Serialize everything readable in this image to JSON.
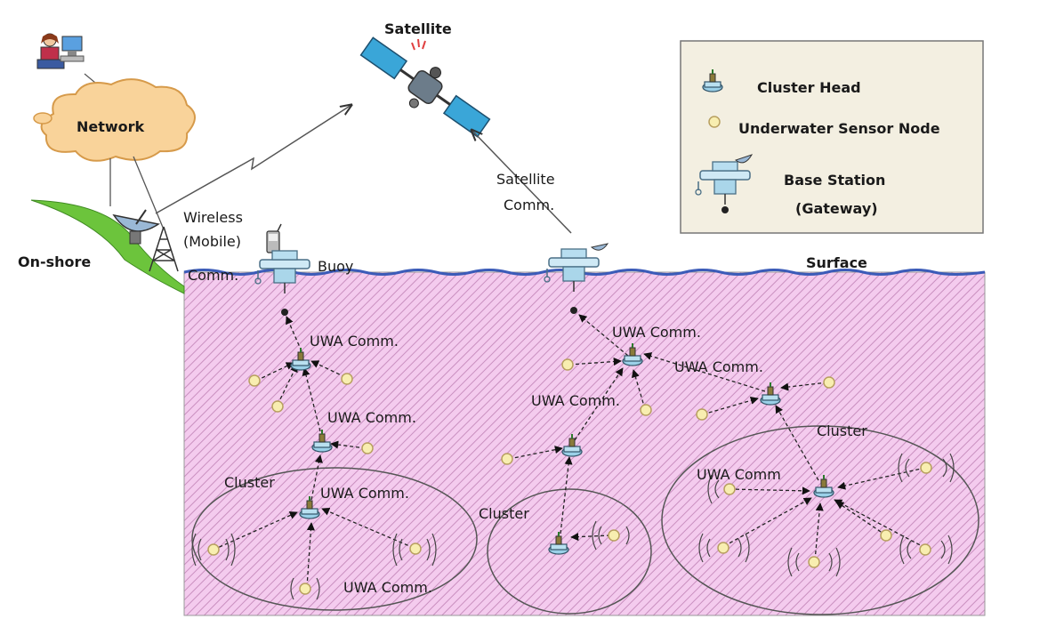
{
  "labels": {
    "satellite": "Satellite",
    "network": "Network",
    "wireless": "Wireless",
    "mobile": "(Mobile)",
    "comm": "Comm.",
    "on_shore": "On-shore",
    "buoy": "Buoy",
    "surface": "Surface",
    "satellite_comm_1": "Satellite",
    "satellite_comm_2": "Comm.",
    "uwa_comm": "UWA Comm.",
    "uwa_comm_short": "UWA Comm",
    "cluster": "Cluster"
  },
  "legend": {
    "cluster_head": "Cluster Head",
    "sensor_node": "Underwater Sensor Node",
    "base_station": "Base Station",
    "gateway": "(Gateway)"
  },
  "colors": {
    "water": "#f2c7ec",
    "water_hatch": "#c78fbe",
    "surface_line": "#3b5bb8",
    "cloud": "#f9d39a",
    "cloud_stroke": "#d69a4a",
    "land": "#6cc43c",
    "legend_bg": "#f3efe1",
    "sensor_node": "#f6e8a6",
    "satellite_panel": "#3aa6d8"
  },
  "icons": [
    "user-computer-icon",
    "cloud-icon",
    "dish-antenna-icon",
    "radio-tower-icon",
    "mobile-phone-icon",
    "satellite-icon",
    "buoy-icon",
    "cluster-head-icon",
    "sensor-node-icon",
    "base-station-icon"
  ]
}
